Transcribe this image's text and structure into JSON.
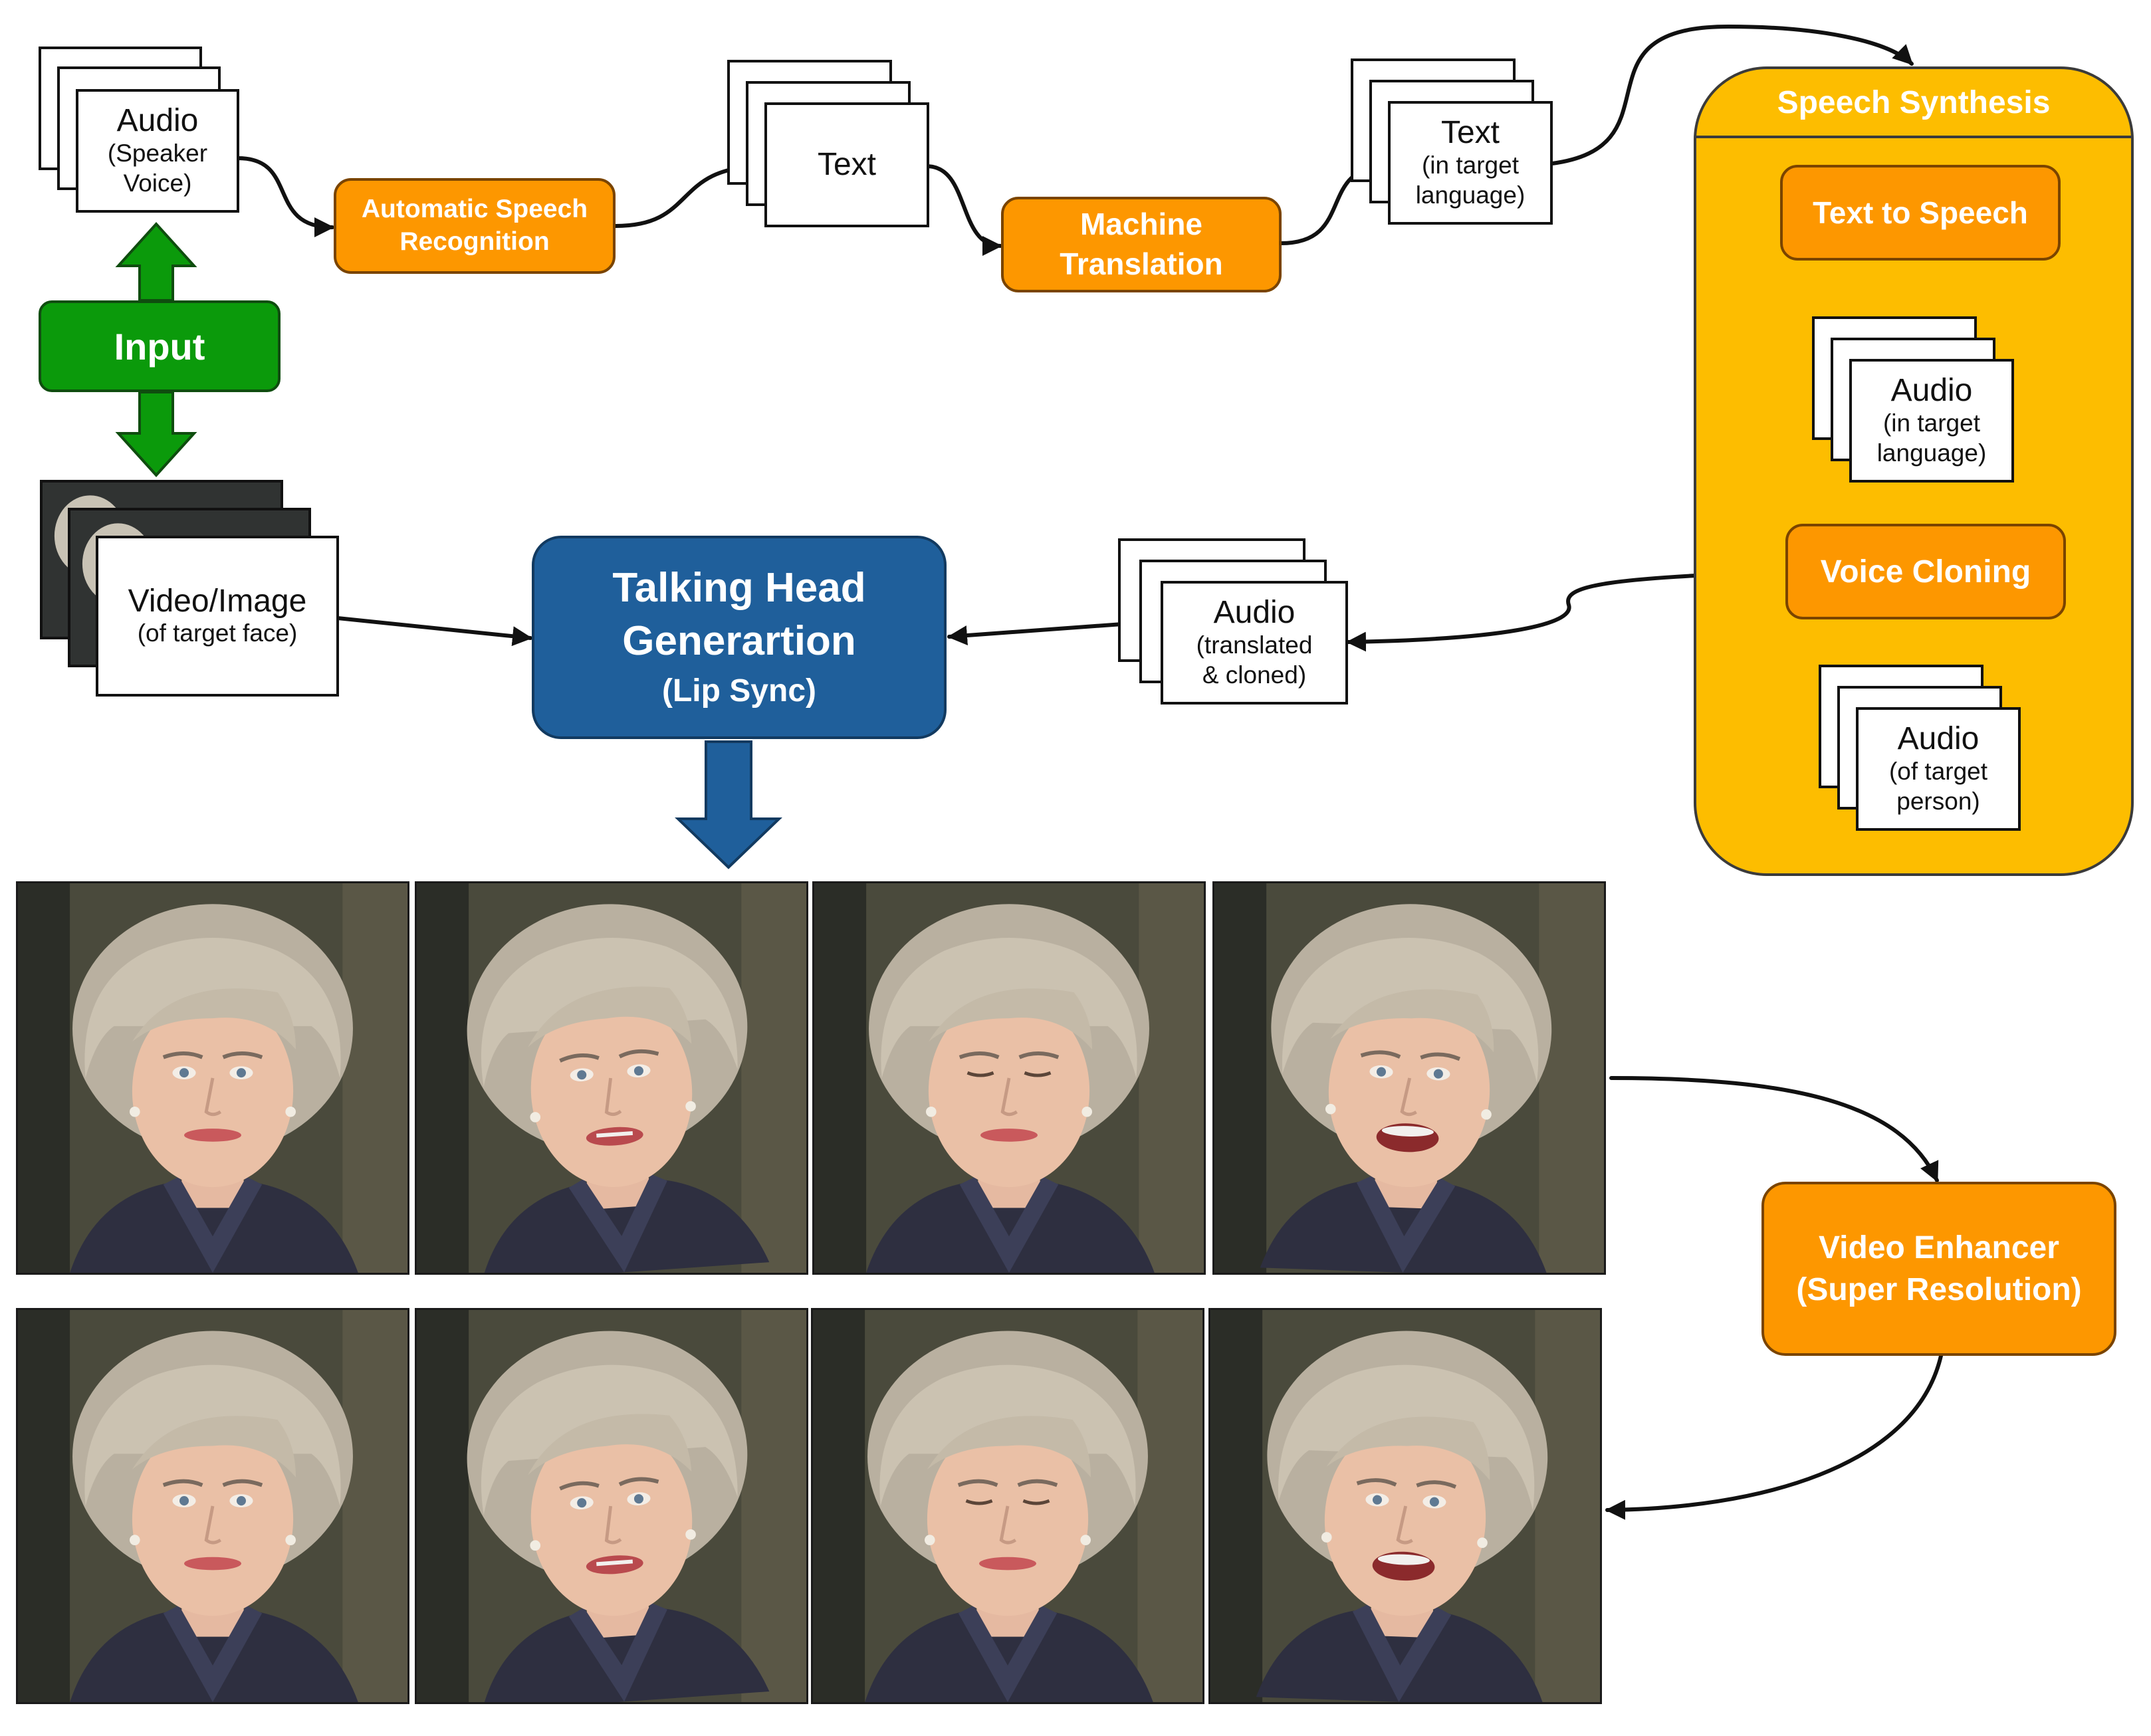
{
  "stacks": {
    "audio_speaker": {
      "main": "Audio",
      "sub": "(Speaker\nVoice)"
    },
    "text_asr": {
      "main": "Text",
      "sub": ""
    },
    "text_target": {
      "main": "Text",
      "sub": "(in target\nlanguage)"
    },
    "audio_target_lang": {
      "main": "Audio",
      "sub": "(in target\nlanguage)"
    },
    "audio_target_person": {
      "main": "Audio",
      "sub": "(of target\nperson)"
    },
    "audio_cloned": {
      "main": "Audio",
      "sub": "(translated\n& cloned)"
    },
    "video_image": {
      "main": "Video/Image",
      "sub": "(of target face)"
    }
  },
  "boxes": {
    "asr": "Automatic Speech\nRecognition",
    "mt": "Machine\nTranslation",
    "tts": "Text to Speech",
    "voice_cloning": "Voice Cloning",
    "video_enhancer": "Video Enhancer\n(Super Resolution)",
    "input": "Input",
    "talking_head_line1": "Talking Head",
    "talking_head_line2": "Generartion",
    "talking_head_line3": "(Lip Sync)"
  },
  "panel": {
    "title": "Speech Synthesis"
  },
  "colors": {
    "orange": "#fd9700",
    "panel_yellow": "#fdbd00",
    "input_green": "#0b9a0b",
    "talking_head_blue": "#1f5f9b"
  }
}
